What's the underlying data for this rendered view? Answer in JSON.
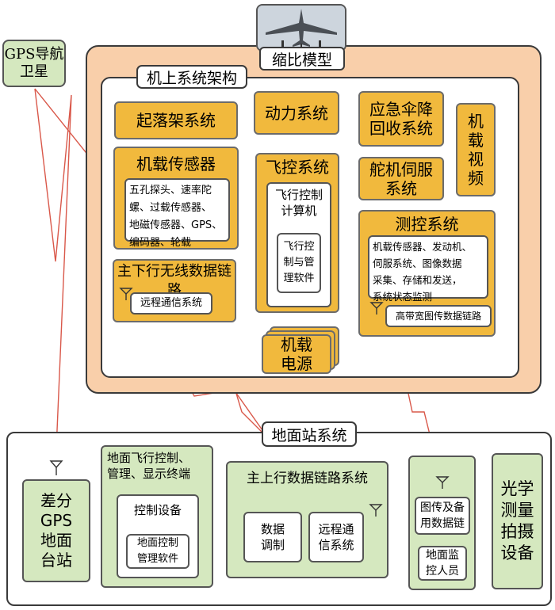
{
  "satellite": {
    "label": "GPS导航\n卫星"
  },
  "aircraft": {
    "model_label": "缩比模型",
    "architecture_label": "机上系统架构",
    "landing_gear": "起落架系统",
    "power": "动力系统",
    "parachute": "应急伞降\n回收系统",
    "video": "机\n载\n视\n频",
    "sensors": {
      "title": "机载传感器",
      "detail": "五孔探头、速率陀\n螺、过载传感器、\n地磁传感器、GPS、\n编码器、轮载"
    },
    "flight_control": {
      "title": "飞控系统",
      "computer": "飞行控制\n计算机",
      "software": "飞行控\n制与管\n理软件"
    },
    "servo": "舵机伺服\n系统",
    "telemetry": {
      "title": "测控系统",
      "detail": "机载传感器、发动机、\n伺服系统、图像数据\n采集、存储和发送，\n系统状态监测",
      "broadband": "高带宽图传数据链路"
    },
    "downlink": {
      "title": "主下行无线数据链路",
      "remote": "远程通信系统"
    },
    "power_supply": "机载\n电源"
  },
  "ground": {
    "label": "地面站系统",
    "dgps": "差分\nGPS\n地面\n台站",
    "terminal": {
      "title": "地面飞行控制、\n管理、显示终端",
      "control": "控制设备",
      "software": "地面控制\n管理软件"
    },
    "uplink": {
      "title": "主上行数据链路系统",
      "modulation": "数据\n调制",
      "remote": "远程通\n信系统"
    },
    "image_link": "图传及备\n用数据链",
    "personnel": "地面监\n控人员",
    "optical": "光学\n测量\n拍摄\n设备"
  },
  "colors": {
    "airframe": "#f9cfaa",
    "subsystem": "#f1b93d",
    "ground_panel": "#d5e8bf",
    "signal_link": "#d9584a",
    "bus_magenta": "#c060c0",
    "bus_green": "#70b050"
  },
  "icons": {
    "aircraft_photo": "fighter-jet-icon",
    "antenna": "antenna-icon"
  }
}
